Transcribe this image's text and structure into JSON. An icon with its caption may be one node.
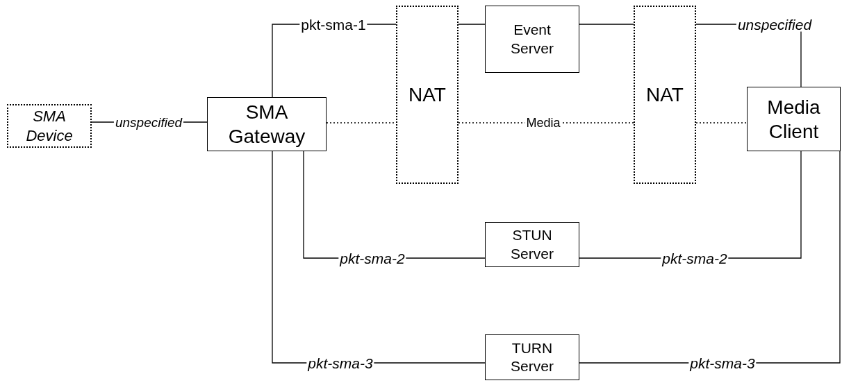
{
  "diagram": {
    "nodes": [
      {
        "text": [
          "SMA Device"
        ]
      },
      {
        "text": [
          "SMA Gateway"
        ]
      },
      {
        "text": [
          "NAT"
        ]
      },
      {
        "text": [
          "NAT"
        ]
      },
      {
        "text": [
          "Event Server"
        ]
      },
      {
        "text": [
          "Media Client"
        ]
      },
      {
        "text": [
          "STUN Server"
        ]
      },
      {
        "text": [
          "TURN Server"
        ]
      }
    ],
    "edges": [
      {
        "from": 0,
        "to": 1,
        "arrow": "none",
        "label": "unspecified"
      },
      {
        "from": 1,
        "to": 2,
        "arrow": "none",
        "label": "pkt-sma-1"
      },
      {
        "from": 2,
        "to": 4,
        "arrow": "none"
      },
      {
        "from": 4,
        "to": 3,
        "arrow": "none"
      },
      {
        "from": 3,
        "to": 5,
        "arrow": "none",
        "label": "unspecified"
      },
      {
        "from": 1,
        "to": 2,
        "arrow": "none",
        "style": "dashed"
      },
      {
        "from": 2,
        "to": 3,
        "arrow": "none",
        "label": "Media",
        "style": "dashed"
      },
      {
        "from": 3,
        "to": 5,
        "arrow": "none",
        "style": "dashed"
      },
      {
        "from": 1,
        "to": 6,
        "arrow": "none",
        "label": "pkt-sma-2"
      },
      {
        "from": 6,
        "to": 5,
        "arrow": "none",
        "label": "pkt-sma-2"
      },
      {
        "from": 1,
        "to": 7,
        "arrow": "none",
        "label": "pkt-sma-3"
      },
      {
        "from": 7,
        "to": 5,
        "arrow": "none",
        "label": "pkt-sma-3"
      }
    ]
  }
}
